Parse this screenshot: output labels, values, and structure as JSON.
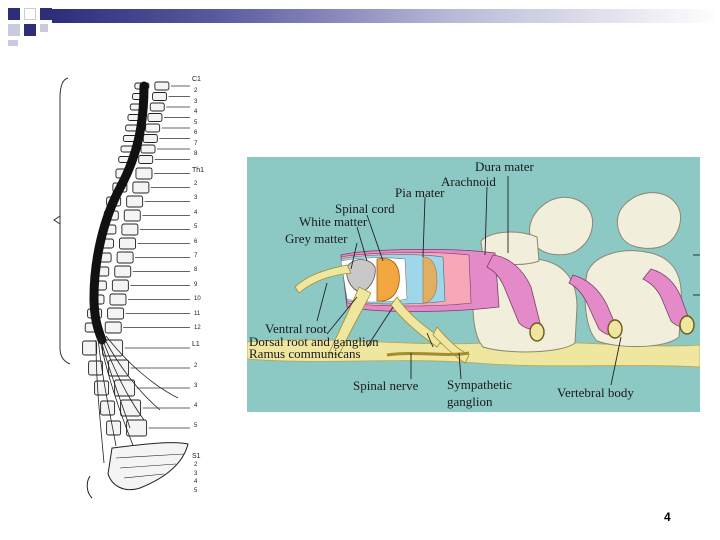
{
  "slide": {
    "page_number": "4"
  },
  "spine_figure": {
    "cervical_top": "C1",
    "thoracic_top": "Th1",
    "lumbar_top": "L1",
    "sacral_top": "S1",
    "cervical_nums": [
      "2",
      "3",
      "4",
      "5",
      "6",
      "7",
      "8"
    ],
    "thoracic_nums": [
      "2",
      "3",
      "4",
      "5",
      "6",
      "7",
      "8",
      "9",
      "10",
      "11",
      "12"
    ],
    "lumbar_nums": [
      "2",
      "3",
      "4",
      "5"
    ],
    "sacral_nums": [
      "2",
      "3",
      "4",
      "5"
    ]
  },
  "cross_section": {
    "labels": {
      "dura_mater": "Dura mater",
      "arachnoid": "Arachnoid",
      "pia_mater": "Pia mater",
      "spinal_cord": "Spinal cord",
      "white_matter": "White matter",
      "grey_matter": "Grey matter",
      "ventral_root": "Ventral root",
      "dorsal_root": "Dorsal root and ganglion",
      "ramus": "Ramus communicans",
      "spinal_nerve": "Spinal nerve",
      "sympathetic_1": "Sympathetic",
      "sympathetic_2": "ganglion",
      "vertebral_body": "Vertebral body"
    },
    "colors": {
      "background": "#8cc8c4",
      "dura": "#e58ac8",
      "arachnoid": "#f6a8b8",
      "pia": "#9fd7ea",
      "nerve": "#efe6a0",
      "bone": "#f1efdc",
      "root_orange": "#f2a640"
    }
  }
}
